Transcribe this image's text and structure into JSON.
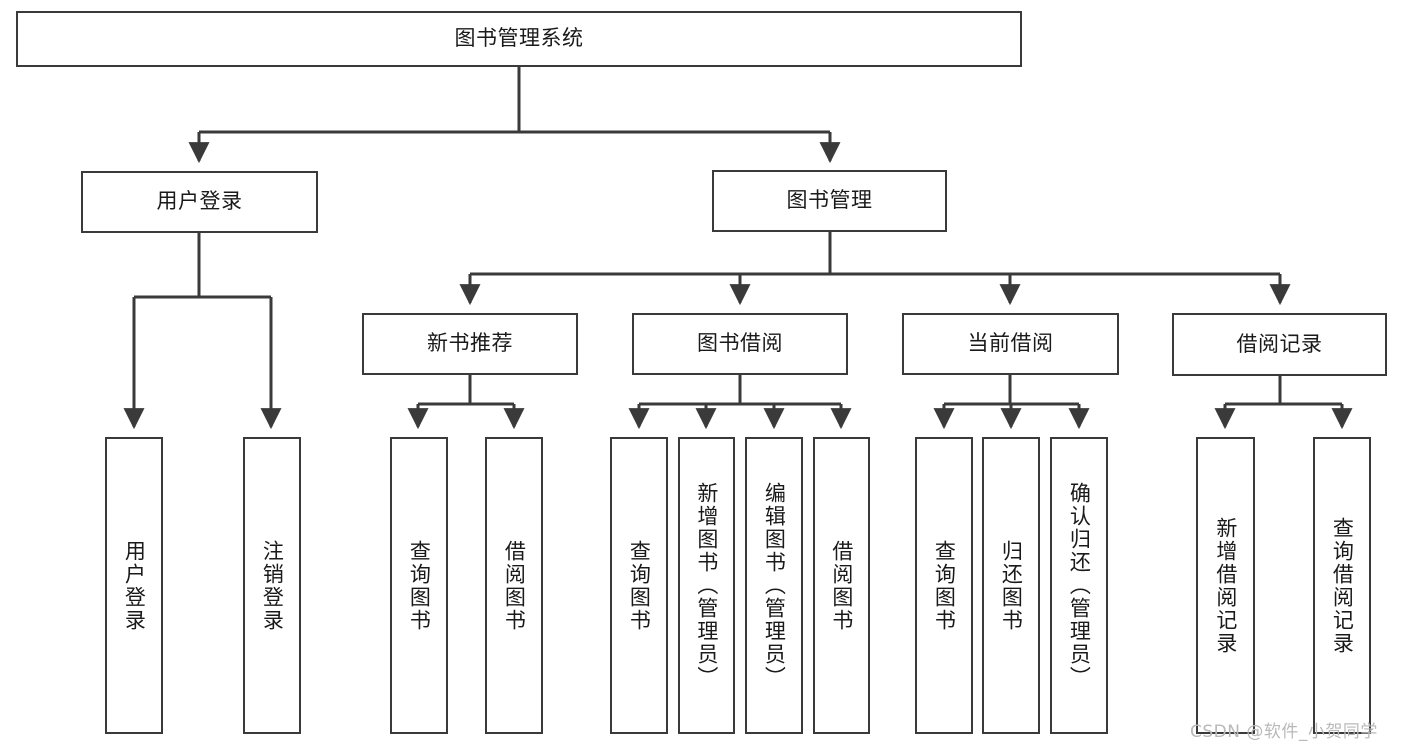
{
  "diagram": {
    "title_box": {
      "label": "图书管理系统"
    },
    "level2": [
      {
        "id": "user-login",
        "label": "用户登录"
      },
      {
        "id": "book-management",
        "label": "图书管理"
      }
    ],
    "level3": [
      {
        "id": "new-book-recommend",
        "label": "新书推荐"
      },
      {
        "id": "book-borrow",
        "label": "图书借阅"
      },
      {
        "id": "current-borrow",
        "label": "当前借阅"
      },
      {
        "id": "borrow-record",
        "label": "借阅记录"
      }
    ],
    "leaves": {
      "user_login": [
        {
          "id": "leaf-user-login",
          "label": "用户登录"
        },
        {
          "id": "leaf-logout-login",
          "label": "注销登录"
        }
      ],
      "new_book_recommend": [
        {
          "id": "leaf-query-book-1",
          "label": "查询图书"
        },
        {
          "id": "leaf-borrow-book-1",
          "label": "借阅图书"
        }
      ],
      "book_borrow": [
        {
          "id": "leaf-query-book-2",
          "label": "查询图书"
        },
        {
          "id": "leaf-add-book",
          "label": "新增图书（管理员）"
        },
        {
          "id": "leaf-edit-book",
          "label": "编辑图书（管理员）"
        },
        {
          "id": "leaf-borrow-book-2",
          "label": "借阅图书"
        }
      ],
      "current_borrow": [
        {
          "id": "leaf-query-book-3",
          "label": "查询图书"
        },
        {
          "id": "leaf-return-book",
          "label": "归还图书"
        },
        {
          "id": "leaf-confirm-return",
          "label": "确认归还（管理员）"
        }
      ],
      "borrow_record": [
        {
          "id": "leaf-add-record",
          "label": "新增借阅记录"
        },
        {
          "id": "leaf-query-record",
          "label": "查询借阅记录"
        }
      ]
    }
  },
  "watermark": {
    "text": "CSDN @软件_小贺同学"
  },
  "colors": {
    "stroke": "#3a3a3a",
    "background": "#ffffff",
    "text": "#1a1a1a",
    "watermark": "#b9b9b9"
  }
}
